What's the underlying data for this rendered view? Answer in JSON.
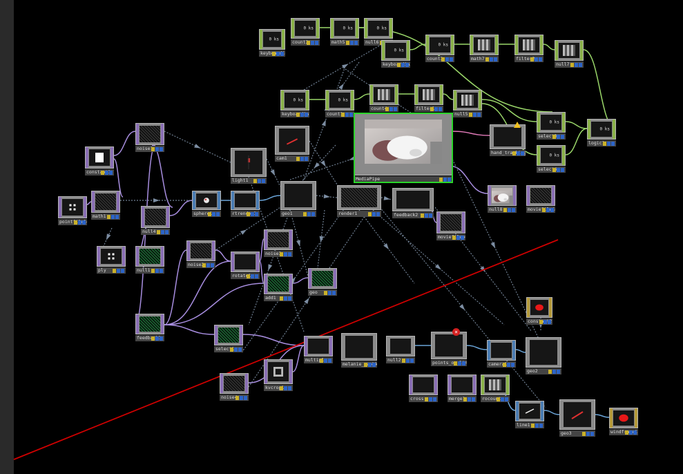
{
  "app": {
    "title": "TouchDesigner network editor"
  },
  "nodes": [
    {
      "id": "keyboardin2",
      "label": "keyboardin2",
      "family": "chan",
      "thumb": "value",
      "value": "0 ks"
    },
    {
      "id": "count2",
      "label": "count2",
      "family": "chan",
      "thumb": "value",
      "value": "0 ks"
    },
    {
      "id": "math5",
      "label": "math5",
      "family": "chan",
      "thumb": "value",
      "value": "0 ks"
    },
    {
      "id": "null6",
      "label": "null6",
      "family": "chan",
      "thumb": "value",
      "value": "0 ks"
    },
    {
      "id": "keyboardin3",
      "label": "keyboardin3",
      "family": "chan",
      "thumb": "value",
      "value": "0 ks"
    },
    {
      "id": "count3",
      "label": "count3",
      "family": "chan",
      "thumb": "value",
      "value": "0 ks"
    },
    {
      "id": "math7",
      "label": "math7",
      "family": "chan",
      "thumb": "bars",
      "value": ""
    },
    {
      "id": "filter2",
      "label": "filter2",
      "family": "chan",
      "thumb": "bars",
      "value": ""
    },
    {
      "id": "null7",
      "label": "null7",
      "family": "chan",
      "thumb": "bars",
      "value": ""
    },
    {
      "id": "keyboardin1",
      "label": "keyboardin1",
      "family": "chan",
      "thumb": "value",
      "value": "0 ks"
    },
    {
      "id": "count1",
      "label": "count1",
      "family": "chan",
      "thumb": "value",
      "value": "0 ks"
    },
    {
      "id": "count4",
      "label": "count4",
      "family": "chan",
      "thumb": "bars",
      "value": ""
    },
    {
      "id": "filter1",
      "label": "filter1",
      "family": "chan",
      "thumb": "bars",
      "value": ""
    },
    {
      "id": "null5",
      "label": "null5",
      "family": "chan",
      "thumb": "bars",
      "value": ""
    },
    {
      "id": "select3",
      "label": "select3",
      "family": "chan",
      "thumb": "value",
      "value": "0 ks"
    },
    {
      "id": "logic1",
      "label": "logic1",
      "family": "chan",
      "thumb": "value",
      "value": "0 ks"
    },
    {
      "id": "select4",
      "label": "select4",
      "family": "chan",
      "thumb": "value",
      "value": "0 ks"
    },
    {
      "id": "hand_tracking",
      "label": "hand_tracking",
      "family": "comp",
      "thumb": "dark",
      "value": ""
    },
    {
      "id": "mediapipe",
      "label": "MediaPipe",
      "family": "comp",
      "thumb": "camera",
      "value": ""
    },
    {
      "id": "null8",
      "label": "null8",
      "family": "chop",
      "thumb": "camera",
      "value": ""
    },
    {
      "id": "moviefilein1",
      "label": "moviefilein1",
      "family": "chop",
      "thumb": "noise",
      "value": ""
    },
    {
      "id": "constant1",
      "label": "constant1",
      "family": "chop",
      "thumb": "white",
      "value": ""
    },
    {
      "id": "noise1",
      "label": "noise1",
      "family": "chop",
      "thumb": "noise",
      "value": ""
    },
    {
      "id": "math1",
      "label": "math1",
      "family": "chop",
      "thumb": "noise",
      "value": ""
    },
    {
      "id": "pointfilelemsct1",
      "label": "pointfilelemsct1",
      "family": "chop",
      "thumb": "dots",
      "value": ""
    },
    {
      "id": "null4",
      "label": "null4",
      "family": "chop",
      "thumb": "noise",
      "value": ""
    },
    {
      "id": "light1",
      "label": "light1",
      "family": "comp",
      "thumb": "lightred",
      "value": ""
    },
    {
      "id": "cam1",
      "label": "cam1",
      "family": "comp",
      "thumb": "camline",
      "value": ""
    },
    {
      "id": "sphere1",
      "label": "sphere1",
      "family": "sop",
      "thumb": "sphere",
      "value": ""
    },
    {
      "id": "rtrender1",
      "label": "rtrender1",
      "family": "sop",
      "thumb": "dark",
      "value": ""
    },
    {
      "id": "geo1",
      "label": "geo1",
      "family": "comp",
      "thumb": "dark",
      "value": ""
    },
    {
      "id": "render1",
      "label": "render1",
      "family": "comp",
      "thumb": "noise",
      "value": ""
    },
    {
      "id": "feedback2",
      "label": "feedback2",
      "family": "comp",
      "thumb": "dark",
      "value": ""
    },
    {
      "id": "moviefileout1",
      "label": "moviefileout1",
      "family": "chop",
      "thumb": "noise",
      "value": ""
    },
    {
      "id": "ply",
      "label": "ply",
      "family": "chop",
      "thumb": "dots",
      "value": ""
    },
    {
      "id": "null1",
      "label": "null1",
      "family": "chop",
      "thumb": "green",
      "value": ""
    },
    {
      "id": "noise2",
      "label": "noise2",
      "family": "chop",
      "thumb": "noise",
      "value": ""
    },
    {
      "id": "noise3",
      "label": "noise3",
      "family": "chop",
      "thumb": "noise",
      "value": ""
    },
    {
      "id": "rotate1",
      "label": "rotate1",
      "family": "chop",
      "thumb": "dark",
      "value": ""
    },
    {
      "id": "add1",
      "label": "add1",
      "family": "chop",
      "thumb": "green",
      "value": ""
    },
    {
      "id": "geo",
      "label": "geo",
      "family": "chop",
      "thumb": "green",
      "value": ""
    },
    {
      "id": "feedback1",
      "label": "feedback1",
      "family": "chop",
      "thumb": "green",
      "value": ""
    },
    {
      "id": "select1",
      "label": "select1",
      "family": "chop",
      "thumb": "green",
      "value": ""
    },
    {
      "id": "noise4",
      "label": "noise4",
      "family": "chop",
      "thumb": "noise",
      "value": ""
    },
    {
      "id": "kvcrop1",
      "label": "kvcrop1",
      "family": "chop",
      "thumb": "ring",
      "value": ""
    },
    {
      "id": "multiply",
      "label": "multiply",
      "family": "chop",
      "thumb": "dark",
      "value": ""
    },
    {
      "id": "melanie",
      "label": "melanie_zaphk_pos_alexxxxx1",
      "family": "comp",
      "thumb": "dark",
      "value": ""
    },
    {
      "id": "null2",
      "label": "null2",
      "family": "comp",
      "thumb": "dark",
      "value": ""
    },
    {
      "id": "points_on",
      "label": "points_on_line_from_alexxxxx1",
      "family": "comp",
      "thumb": "dark",
      "value": ""
    },
    {
      "id": "camera1",
      "label": "camera1",
      "family": "sop",
      "thumb": "dark",
      "value": ""
    },
    {
      "id": "geo2",
      "label": "geo2",
      "family": "comp",
      "thumb": "dark",
      "value": ""
    },
    {
      "id": "constant2",
      "label": "constant2",
      "family": "dat",
      "thumb": "reddot",
      "value": ""
    },
    {
      "id": "cross",
      "label": "cross",
      "family": "chop",
      "thumb": "dark",
      "value": ""
    },
    {
      "id": "merge1",
      "label": "merge1",
      "family": "chop",
      "thumb": "dark",
      "value": ""
    },
    {
      "id": "rocount",
      "label": "rocount",
      "family": "chan",
      "thumb": "bars",
      "value": ""
    },
    {
      "id": "line1",
      "label": "line1",
      "family": "sop",
      "thumb": "line",
      "value": ""
    },
    {
      "id": "geo3",
      "label": "geo3",
      "family": "comp",
      "thumb": "redline",
      "value": ""
    },
    {
      "id": "windframe1",
      "label": "windframe1",
      "family": "dat",
      "thumb": "reddot",
      "value": ""
    }
  ],
  "icons": {
    "warning": "warning-icon",
    "error": "error-icon"
  },
  "colors": {
    "background": "#000000",
    "selected": "#2ad52a",
    "annotation_line": "#d00000"
  }
}
